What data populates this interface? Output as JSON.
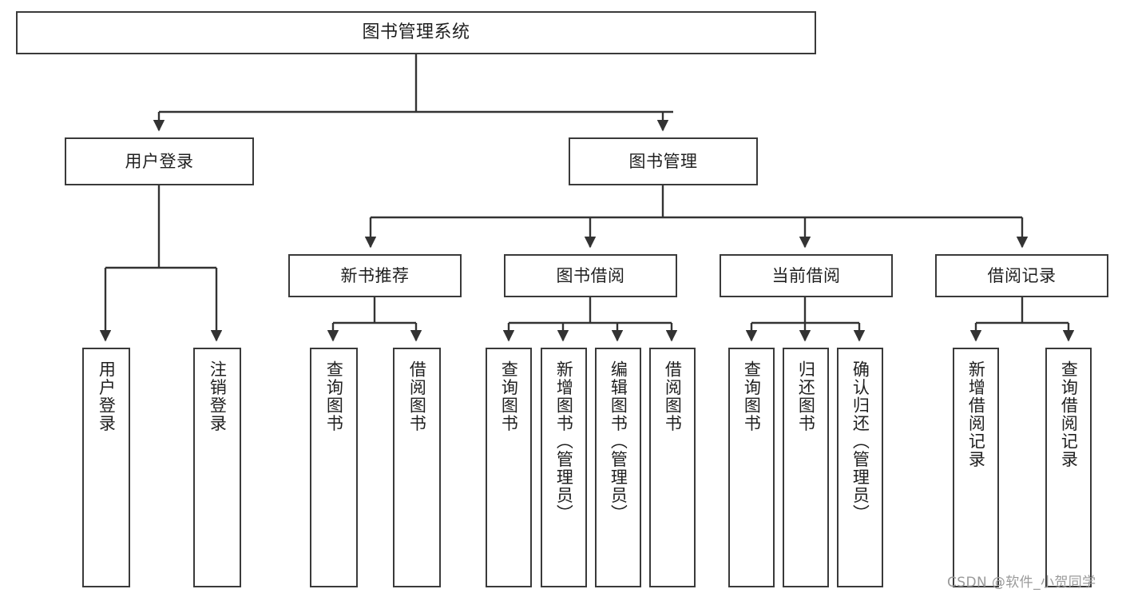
{
  "diagram": {
    "title": "图书管理系统",
    "watermark": "CSDN @软件_小贺同学",
    "colors": {
      "border": "#3a3a3a",
      "fill": "#ffffff",
      "edge": "#333333",
      "text": "#1f1f1f",
      "watermark": "#9a9a9a"
    }
  },
  "nodes": {
    "root": {
      "label": "图书管理系统"
    },
    "level2": [
      {
        "label": "用户登录"
      },
      {
        "label": "图书管理"
      }
    ],
    "level3": [
      {
        "label": "新书推荐"
      },
      {
        "label": "图书借阅"
      },
      {
        "label": "当前借阅"
      },
      {
        "label": "借阅记录"
      }
    ],
    "leaves": {
      "user_login": [
        {
          "label": "用户登录"
        },
        {
          "label": "注销登录"
        }
      ],
      "new_book_recommend": [
        {
          "label": "查询图书"
        },
        {
          "label": "借阅图书"
        }
      ],
      "book_borrow": [
        {
          "label": "查询图书"
        },
        {
          "label": "新增图书（管理员）"
        },
        {
          "label": "编辑图书（管理员）"
        },
        {
          "label": "借阅图书"
        }
      ],
      "current_borrow": [
        {
          "label": "查询图书"
        },
        {
          "label": "归还图书"
        },
        {
          "label": "确认归还（管理员）"
        }
      ],
      "borrow_record": [
        {
          "label": "新增借阅记录"
        },
        {
          "label": "查询借阅记录"
        }
      ]
    }
  },
  "chart_data": {
    "type": "table",
    "title": "图书管理系统 功能结构图",
    "hierarchy": [
      {
        "label": "图书管理系统",
        "children": [
          {
            "label": "用户登录",
            "children": [
              {
                "label": "用户登录"
              },
              {
                "label": "注销登录"
              }
            ]
          },
          {
            "label": "图书管理",
            "children": [
              {
                "label": "新书推荐",
                "children": [
                  {
                    "label": "查询图书"
                  },
                  {
                    "label": "借阅图书"
                  }
                ]
              },
              {
                "label": "图书借阅",
                "children": [
                  {
                    "label": "查询图书"
                  },
                  {
                    "label": "新增图书（管理员）"
                  },
                  {
                    "label": "编辑图书（管理员）"
                  },
                  {
                    "label": "借阅图书"
                  }
                ]
              },
              {
                "label": "当前借阅",
                "children": [
                  {
                    "label": "查询图书"
                  },
                  {
                    "label": "归还图书"
                  },
                  {
                    "label": "确认归还（管理员）"
                  }
                ]
              },
              {
                "label": "借阅记录",
                "children": [
                  {
                    "label": "新增借阅记录"
                  },
                  {
                    "label": "查询借阅记录"
                  }
                ]
              }
            ]
          }
        ]
      }
    ]
  }
}
